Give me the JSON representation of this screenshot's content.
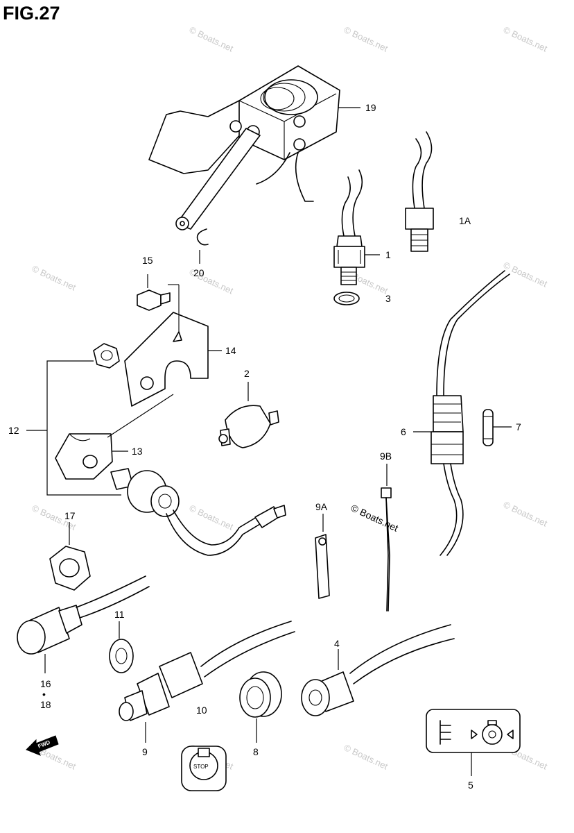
{
  "figure": {
    "title": "FIG.27"
  },
  "callouts": {
    "c1": "1",
    "c1A": "1A",
    "c2": "2",
    "c3": "3",
    "c4": "4",
    "c5": "5",
    "c6": "6",
    "c7": "7",
    "c8": "8",
    "c9": "9",
    "c9A": "9A",
    "c9B": "9B",
    "c10": "10",
    "c11": "11",
    "c12": "12",
    "c13": "13",
    "c14": "14",
    "c15": "15",
    "c16": "16",
    "c17": "17",
    "c18": "18",
    "c19": "19",
    "c20": "20",
    "dot": "•"
  },
  "watermark": {
    "text": "© Boats.net"
  },
  "labels": {
    "fwd": "FWD",
    "stop": "STOP"
  }
}
